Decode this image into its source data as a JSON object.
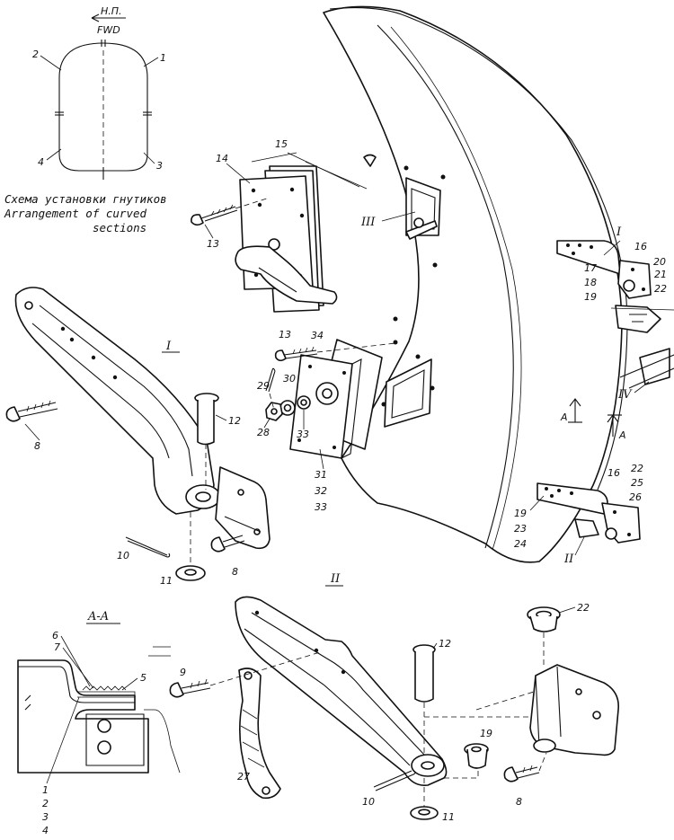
{
  "scheme": {
    "direction_ru": "Н.П.",
    "direction_en": "FWD",
    "caption_ru": "Схема установки гнутиков",
    "caption_en_1": "Arrangement of curved",
    "caption_en_2": "sections",
    "parts": [
      "1",
      "2",
      "3",
      "4"
    ]
  },
  "views": {
    "view_I": "I",
    "view_II": "II",
    "view_III": "III",
    "view_IV": "IV",
    "section_AA": "A-A",
    "arrow_A": "A"
  },
  "callouts": {
    "p1": "1",
    "p2": "2",
    "p3": "3",
    "p4": "4",
    "p5": "5",
    "p6": "6",
    "p7": "7",
    "p8": "8",
    "p9": "9",
    "p10": "10",
    "p11": "11",
    "p12": "12",
    "p13": "13",
    "p14": "14",
    "p15": "15",
    "p16": "16",
    "p17": "17",
    "p18": "18",
    "p19": "19",
    "p20": "20",
    "p21": "21",
    "p22": "22",
    "p23": "23",
    "p24": "24",
    "p25": "25",
    "p26": "26",
    "p27": "27",
    "p28": "28",
    "p29": "29",
    "p30": "30",
    "p31": "31",
    "p32": "32",
    "p33": "33",
    "p34": "34"
  }
}
